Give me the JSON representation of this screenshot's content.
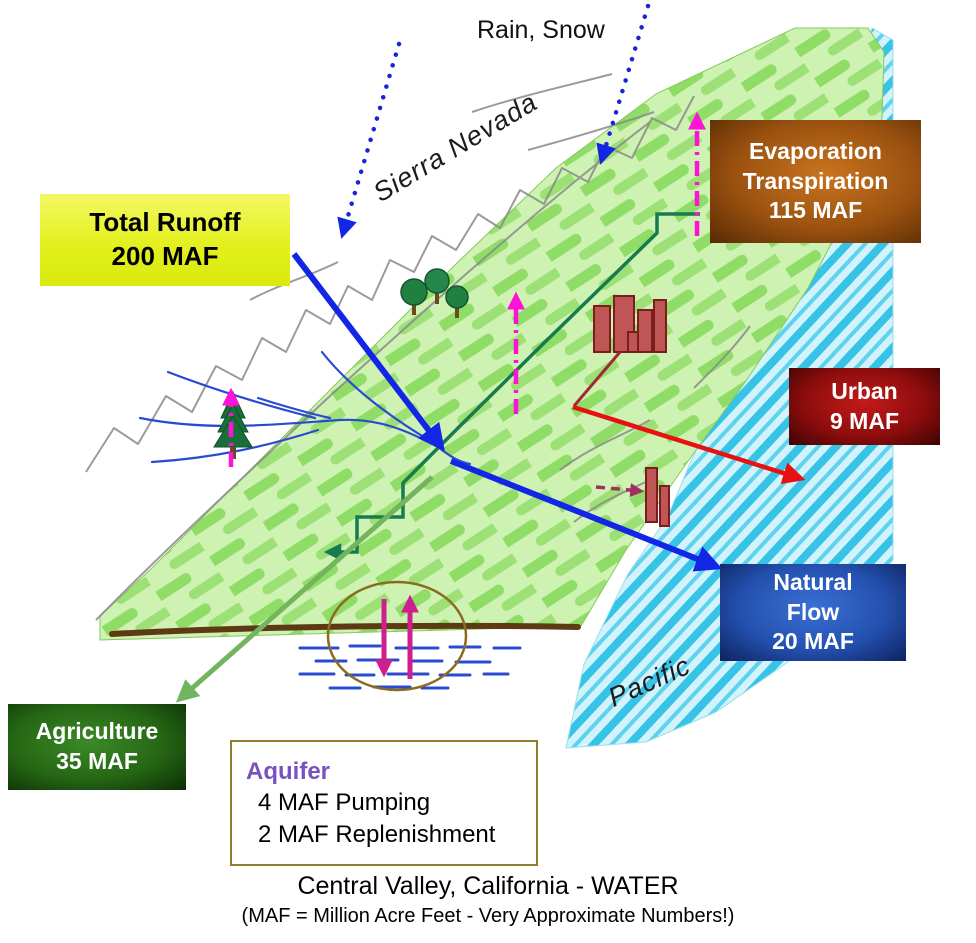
{
  "scene_labels": {
    "rain_snow": "Rain, Snow",
    "sierra_nevada": "Sierra Nevada",
    "pacific": "Pacific"
  },
  "boxes": {
    "total_runoff": {
      "line1": "Total Runoff",
      "line2": "200 MAF"
    },
    "evaporation": {
      "line1": "Evaporation",
      "line2": "Transpiration",
      "line3": "115 MAF"
    },
    "urban": {
      "line1": "Urban",
      "line2": "9 MAF"
    },
    "natural_flow": {
      "line1": "Natural",
      "line2": "Flow",
      "line3": "20 MAF"
    },
    "agriculture": {
      "line1": "Agriculture",
      "line2": "35 MAF"
    },
    "aquifer": {
      "title": "Aquifer",
      "line1": "4 MAF Pumping",
      "line2": "2 MAF Replenishment"
    }
  },
  "caption": {
    "title": "Central Valley, California - WATER",
    "subtitle": "(MAF = Million Acre Feet - Very Approximate Numbers!)"
  },
  "colors": {
    "total_runoff_bg": "#e4ef2a",
    "evaporation_bg": "#9c5210",
    "urban_bg": "#8f0d0d",
    "natural_flow_bg": "#2451b0",
    "agriculture_bg": "#256614",
    "aquifer_border": "#8f7c2e",
    "aquifer_title_text": "#7a52c0",
    "runoff_arrow": "#1326e6",
    "rain_arrow": "#1326d8",
    "evaporation_arrow": "#ff12d8",
    "aquifer_arrows": "#cf1f8f",
    "urban_arrow": "#e81010",
    "agriculture_arrow": "#72b55e",
    "canal_line": "#187a4e",
    "ocean_hatch": "#36c3e6",
    "valley_field": "#8fdc66"
  }
}
